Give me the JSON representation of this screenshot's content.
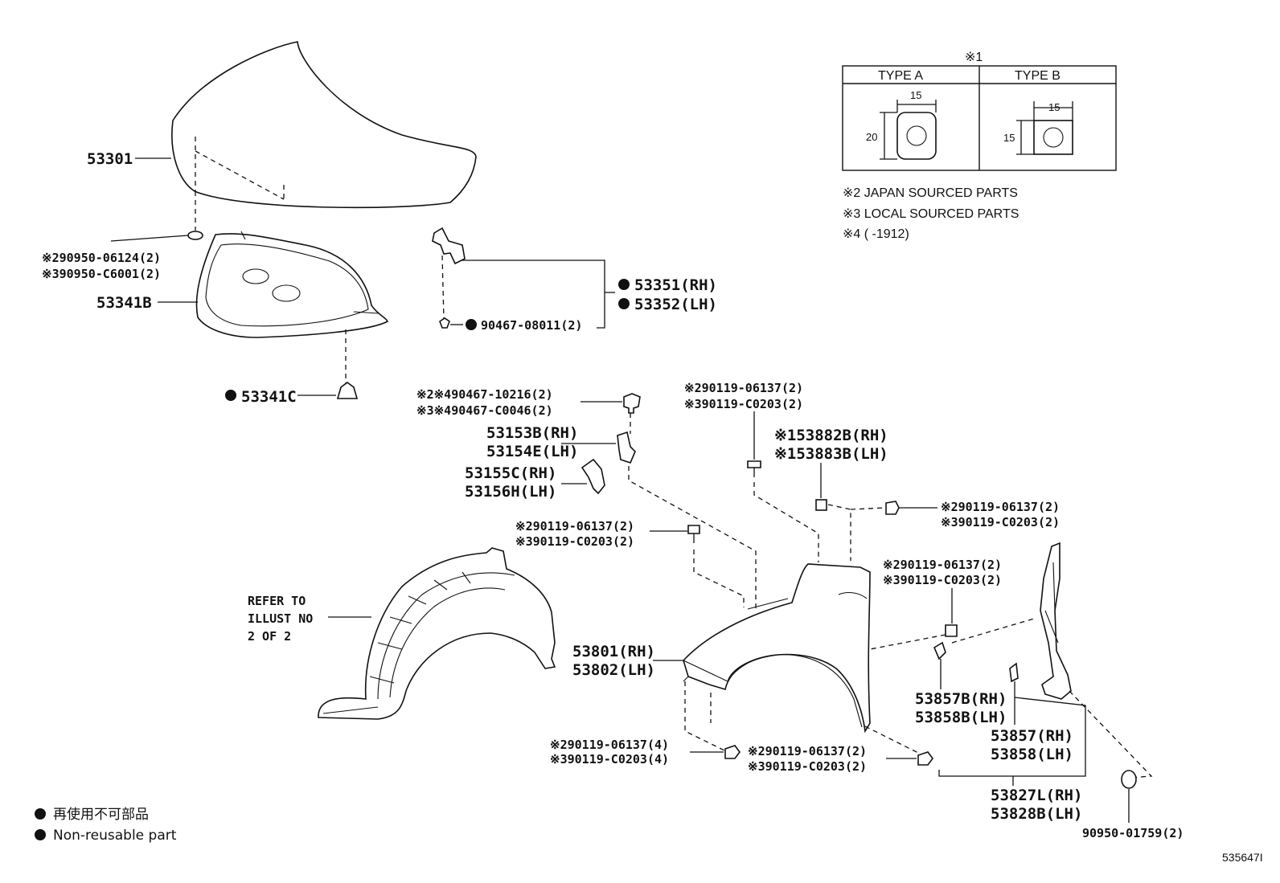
{
  "diagram": {
    "hood": "53301",
    "hood_insulator": "53341B",
    "insulator_clip": "53341C",
    "insulator_plug_jp": "※290950-06124(2)",
    "insulator_plug_local": "※390950-C6001(2)",
    "hood_support_rh": "53351(RH)",
    "hood_support_lh": "53352(LH)",
    "support_clip": "90467-08011(2)",
    "clip_top_jp": "※2※490467-10216(2)",
    "clip_top_local": "※3※490467-C0046(2)",
    "bracket_rh": "53153B(RH)",
    "bracket_lh": "53154E(LH)",
    "brace_rh": "53155C(RH)",
    "brace_lh": "53156H(LH)",
    "bolt_top_jp": "※290119-06137(2)",
    "bolt_top_local": "※390119-C0203(2)",
    "cushion_rh": "※153882B(RH)",
    "cushion_lh": "※153883B(LH)",
    "bolt_right_jp": "※290119-06137(2)",
    "bolt_right_local": "※390119-C0203(2)",
    "bolt_mid_jp": "※290119-06137(2)",
    "bolt_mid_local": "※390119-C0203(2)",
    "bolt_rear_jp": "※290119-06137(2)",
    "bolt_rear_local": "※390119-C0203(2)",
    "refer_line1": "REFER TO",
    "refer_line2": "ILLUST NO",
    "refer_line3": "2 OF 2",
    "fender_rh": "53801(RH)",
    "fender_lh": "53802(LH)",
    "seal_b_rh": "53857B(RH)",
    "seal_b_lh": "53858B(LH)",
    "seal_rh": "53857(RH)",
    "seal_lh": "53858(LH)",
    "liner_rh": "53827L(RH)",
    "liner_lh": "53828B(LH)",
    "bolt_low_jp": "※290119-06137(4)",
    "bolt_low_local": "※390119-C0203(4)",
    "bolt_low2_jp": "※290119-06137(2)",
    "bolt_low2_local": "※390119-C0203(2)",
    "grommet": "90950-01759(2)",
    "illust_no": "535647I"
  },
  "notes": {
    "table_marker": "※1",
    "type_a": "TYPE  A",
    "type_b": "TYPE  B",
    "dim_a_w": "15",
    "dim_a_h": "20",
    "dim_b_w": "15",
    "dim_b_h": "15",
    "note2": "※2  JAPAN SOURCED PARTS",
    "note3": "※3  LOCAL SOURCED PARTS",
    "note4": "※4 (        -1912)"
  },
  "legend": {
    "jp": "再使用不可部品",
    "en": "Non-reusable part"
  }
}
